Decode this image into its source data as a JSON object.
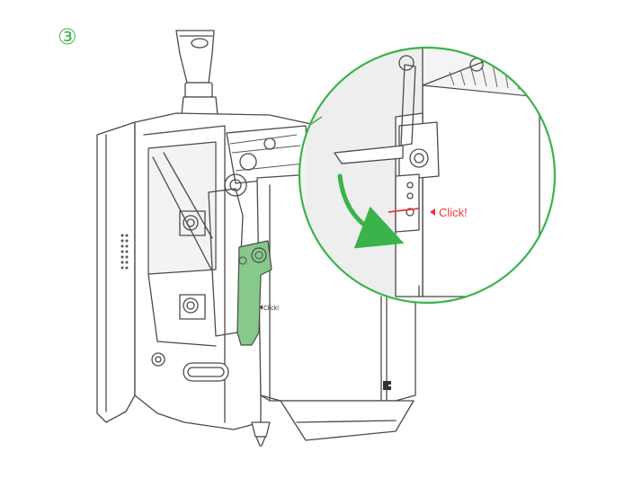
{
  "step": {
    "number": "③"
  },
  "labels": {
    "device_click": "Click!",
    "callout_click": "Click!"
  },
  "icons": {
    "step_marker": "circled-number-3",
    "arrow": "curved-arrow-down",
    "callout": "magnifier-circle"
  },
  "colors": {
    "accent": "#39b34a",
    "lever_highlight": "#86c98a",
    "click_red": "#e53935",
    "line": "#4a4a4a"
  }
}
